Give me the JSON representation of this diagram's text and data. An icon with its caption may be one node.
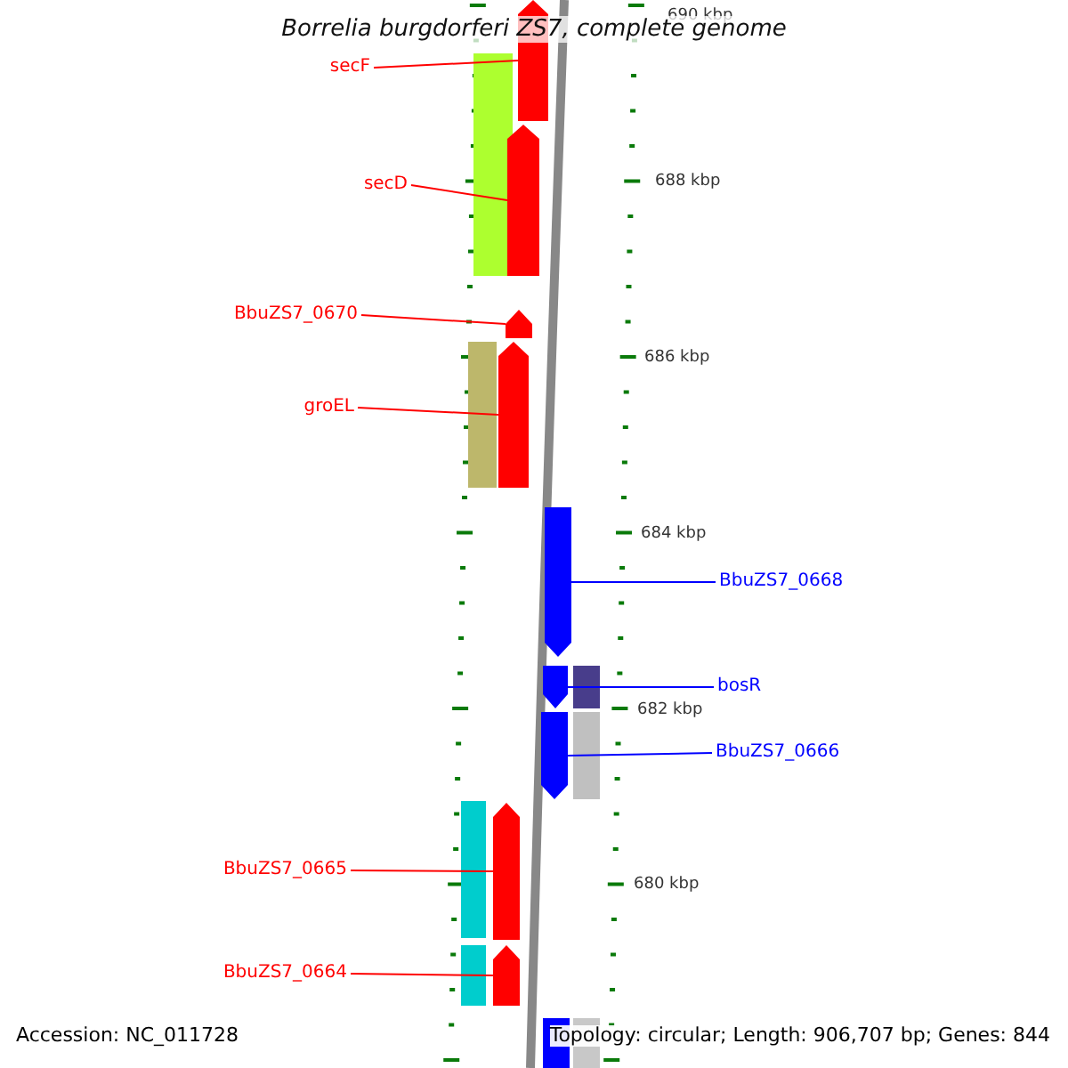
{
  "diagram": {
    "title": "Borrelia burgdorferi ZS7, complete genome",
    "nodes": [
      {
        "text": [
          "secF"
        ]
      },
      {
        "text": [],
        "shape": "pentagon"
      },
      {
        "text": [
          "secD"
        ]
      },
      {
        "text": [],
        "shape": "pentagon"
      },
      {
        "text": [
          "BbuZS7_0670"
        ]
      },
      {
        "text": [],
        "shape": "pentagon"
      },
      {
        "text": [
          "groEL"
        ]
      },
      {
        "text": [],
        "shape": "pentagon"
      },
      {
        "text": [
          "BbuZS7_0668"
        ]
      },
      {
        "text": [],
        "shape": "pentagon"
      },
      {
        "text": [
          "bosR"
        ]
      },
      {
        "text": [],
        "shape": "pentagon"
      },
      {
        "text": [
          "BbuZS7_0666"
        ]
      },
      {
        "text": [],
        "shape": "pentagon"
      },
      {
        "text": [
          "BbuZS7_0665"
        ]
      },
      {
        "text": [],
        "shape": "pentagon"
      },
      {
        "text": [
          "BbuZS7_0664"
        ]
      },
      {
        "text": [],
        "shape": "pentagon"
      }
    ],
    "edges": [
      {
        "from": 0,
        "to": 1,
        "arrow": "none"
      },
      {
        "from": 2,
        "to": 3,
        "arrow": "none"
      },
      {
        "from": 4,
        "to": 5,
        "arrow": "none"
      },
      {
        "from": 6,
        "to": 7,
        "arrow": "none"
      },
      {
        "from": 8,
        "to": 9,
        "arrow": "none",
        "color": "#0000ff"
      },
      {
        "from": 10,
        "to": 11,
        "arrow": "none",
        "color": "#0000ff"
      },
      {
        "from": 12,
        "to": 13,
        "arrow": "none",
        "color": "#0000ff"
      },
      {
        "from": 14,
        "to": 15,
        "arrow": "none"
      },
      {
        "from": 16,
        "to": 17,
        "arrow": "none"
      }
    ],
    "labels": [
      "690 kbp",
      "688 kbp",
      "686 kbp",
      "684 kbp",
      "682 kbp",
      "680 kbp",
      "Accession: NC_011728",
      "Topology: circular; Length: 906,707 bp; Genes: 844"
    ]
  }
}
